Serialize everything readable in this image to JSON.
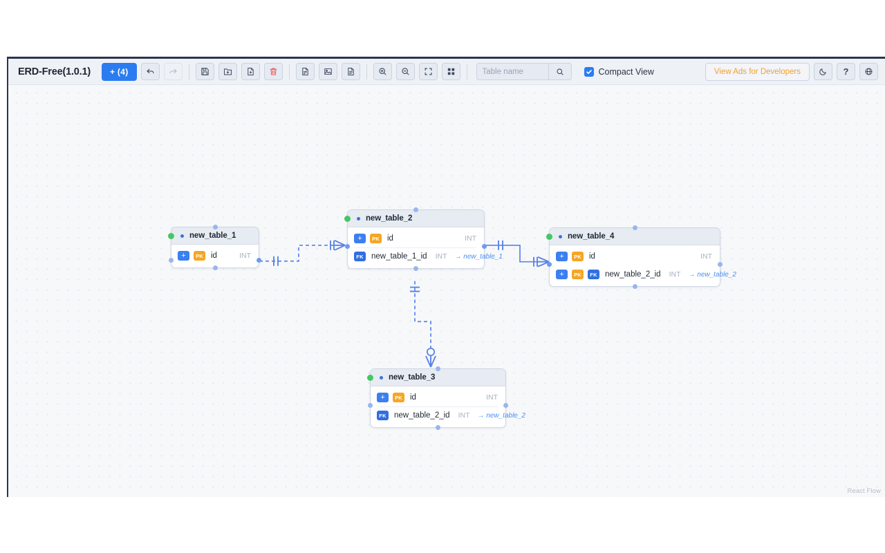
{
  "app": {
    "title": "ERD-Free(1.0.1)",
    "attribution": "React Flow"
  },
  "toolbar": {
    "add_table_label": "+ (4)",
    "undo_icon": "undo-icon",
    "redo_icon": "redo-icon",
    "save_icon": "save-icon",
    "open_folder_icon": "open-folder-icon",
    "new_file_icon": "new-file-icon",
    "delete_icon": "trash-icon",
    "export_sql_icon": "export-sql-icon",
    "export_image_icon": "export-image-icon",
    "export_doc_icon": "export-doc-icon",
    "zoom_in_icon": "zoom-in-icon",
    "zoom_out_icon": "zoom-out-icon",
    "fit_view_icon": "fit-view-icon",
    "grid_icon": "grid-icon",
    "search": {
      "placeholder": "Table name",
      "value": "",
      "button_icon": "search-icon"
    },
    "compact_view": {
      "label": "Compact View",
      "checked": true
    },
    "ads_label": "View Ads for Developers",
    "theme_icon": "moon-icon",
    "help_label": "?",
    "language_icon": "globe-icon"
  },
  "colors": {
    "accent": "#2b7cf0",
    "pk_badge": "#f5a623",
    "fk_badge": "#2f6fe0",
    "edge": "#5a83e8",
    "handle_green": "#44c765",
    "ads_text": "#f0a030",
    "canvas_bg": "#f7f8fa"
  },
  "tables": [
    {
      "name": "new_table_1",
      "columns": [
        {
          "badges": [
            "+",
            "PK"
          ],
          "name": "id",
          "type": "INT",
          "ref": ""
        }
      ]
    },
    {
      "name": "new_table_2",
      "columns": [
        {
          "badges": [
            "+",
            "PK"
          ],
          "name": "id",
          "type": "INT",
          "ref": ""
        },
        {
          "badges": [
            "FK"
          ],
          "name": "new_table_1_id",
          "type": "INT",
          "ref": "→ new_table_1"
        }
      ]
    },
    {
      "name": "new_table_3",
      "columns": [
        {
          "badges": [
            "+",
            "PK"
          ],
          "name": "id",
          "type": "INT",
          "ref": ""
        },
        {
          "badges": [
            "FK"
          ],
          "name": "new_table_2_id",
          "type": "INT",
          "ref": "→ new_table_2"
        }
      ]
    },
    {
      "name": "new_table_4",
      "columns": [
        {
          "badges": [
            "+",
            "PK"
          ],
          "name": "id",
          "type": "INT",
          "ref": ""
        },
        {
          "badges": [
            "+",
            "PK",
            "FK"
          ],
          "name": "new_table_2_id",
          "type": "INT",
          "ref": "→ new_table_2"
        }
      ]
    }
  ],
  "relationships": [
    {
      "from": "new_table_1",
      "to": "new_table_2",
      "style": "dashed",
      "from_cardinality": "one",
      "to_cardinality": "many"
    },
    {
      "from": "new_table_2",
      "to": "new_table_4",
      "style": "solid",
      "from_cardinality": "one",
      "to_cardinality": "many"
    },
    {
      "from": "new_table_2",
      "to": "new_table_3",
      "style": "dashed",
      "from_cardinality": "one",
      "to_cardinality": "zero-or-many"
    }
  ]
}
